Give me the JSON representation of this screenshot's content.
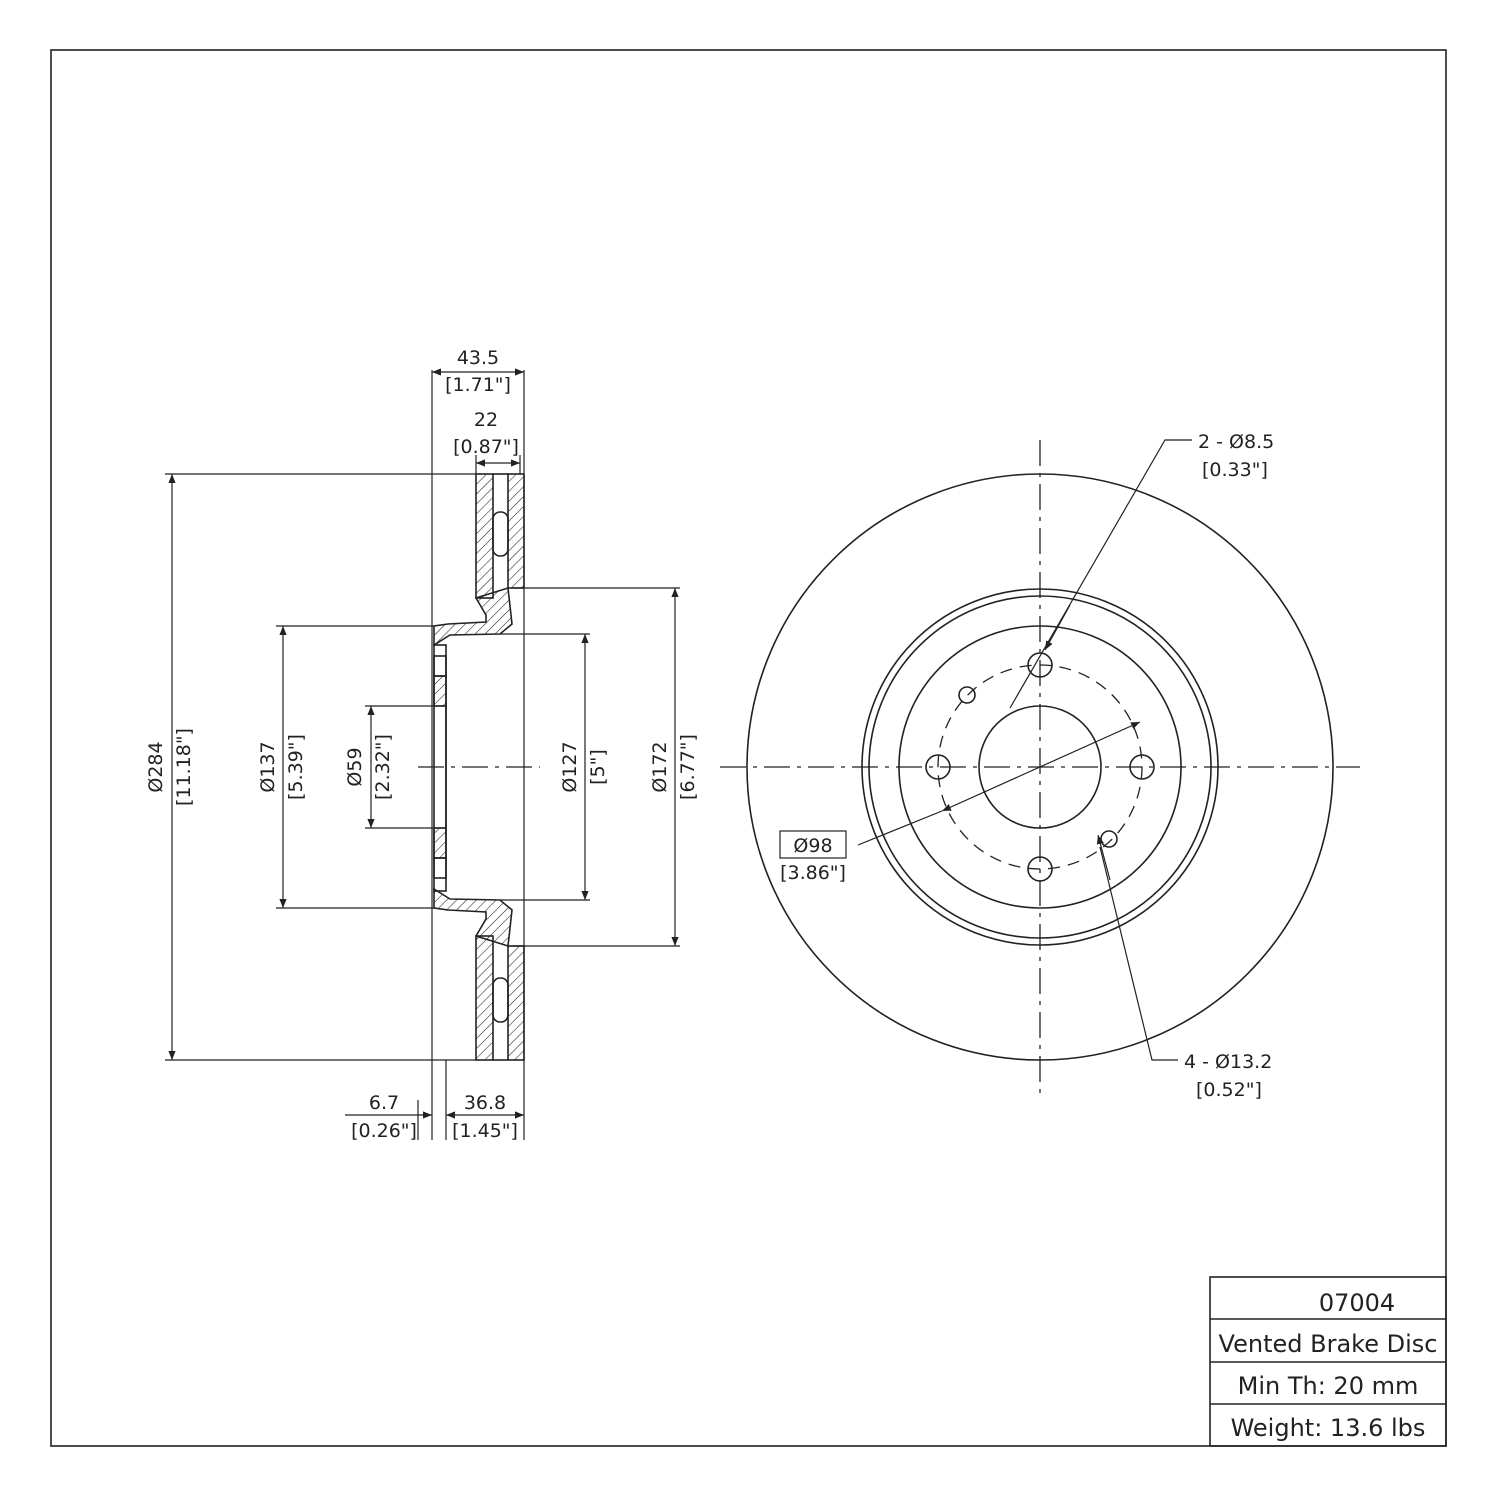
{
  "dimensions": {
    "overall_width": "43.5",
    "overall_width_in": "[1.71\"]",
    "rotor_thickness": "22",
    "rotor_thickness_in": "[0.87\"]",
    "outer_diameter": "Ø284",
    "outer_diameter_in": "[11.18\"]",
    "hat_diameter": "Ø137",
    "hat_diameter_in": "[5.39\"]",
    "center_bore": "Ø59",
    "center_bore_in": "[2.32\"]",
    "inner_hat": "Ø127",
    "inner_hat_in": "[5\"]",
    "inner_friction": "Ø172",
    "inner_friction_in": "[6.77\"]",
    "hat_offset": "6.7",
    "hat_offset_in": "[0.26\"]",
    "hat_height": "36.8",
    "hat_height_in": "[1.45\"]",
    "bolt_circle": "Ø98",
    "bolt_circle_in": "[3.86\"]",
    "small_holes": "2 - Ø8.5",
    "small_holes_in": "[0.33\"]",
    "lug_holes": "4 - Ø13.2",
    "lug_holes_in": "[0.52\"]"
  },
  "title_block": {
    "part_number": "07004",
    "description": "Vented Brake Disc",
    "min_thickness": "Min Th: 20 mm",
    "weight": "Weight: 13.6 lbs"
  }
}
